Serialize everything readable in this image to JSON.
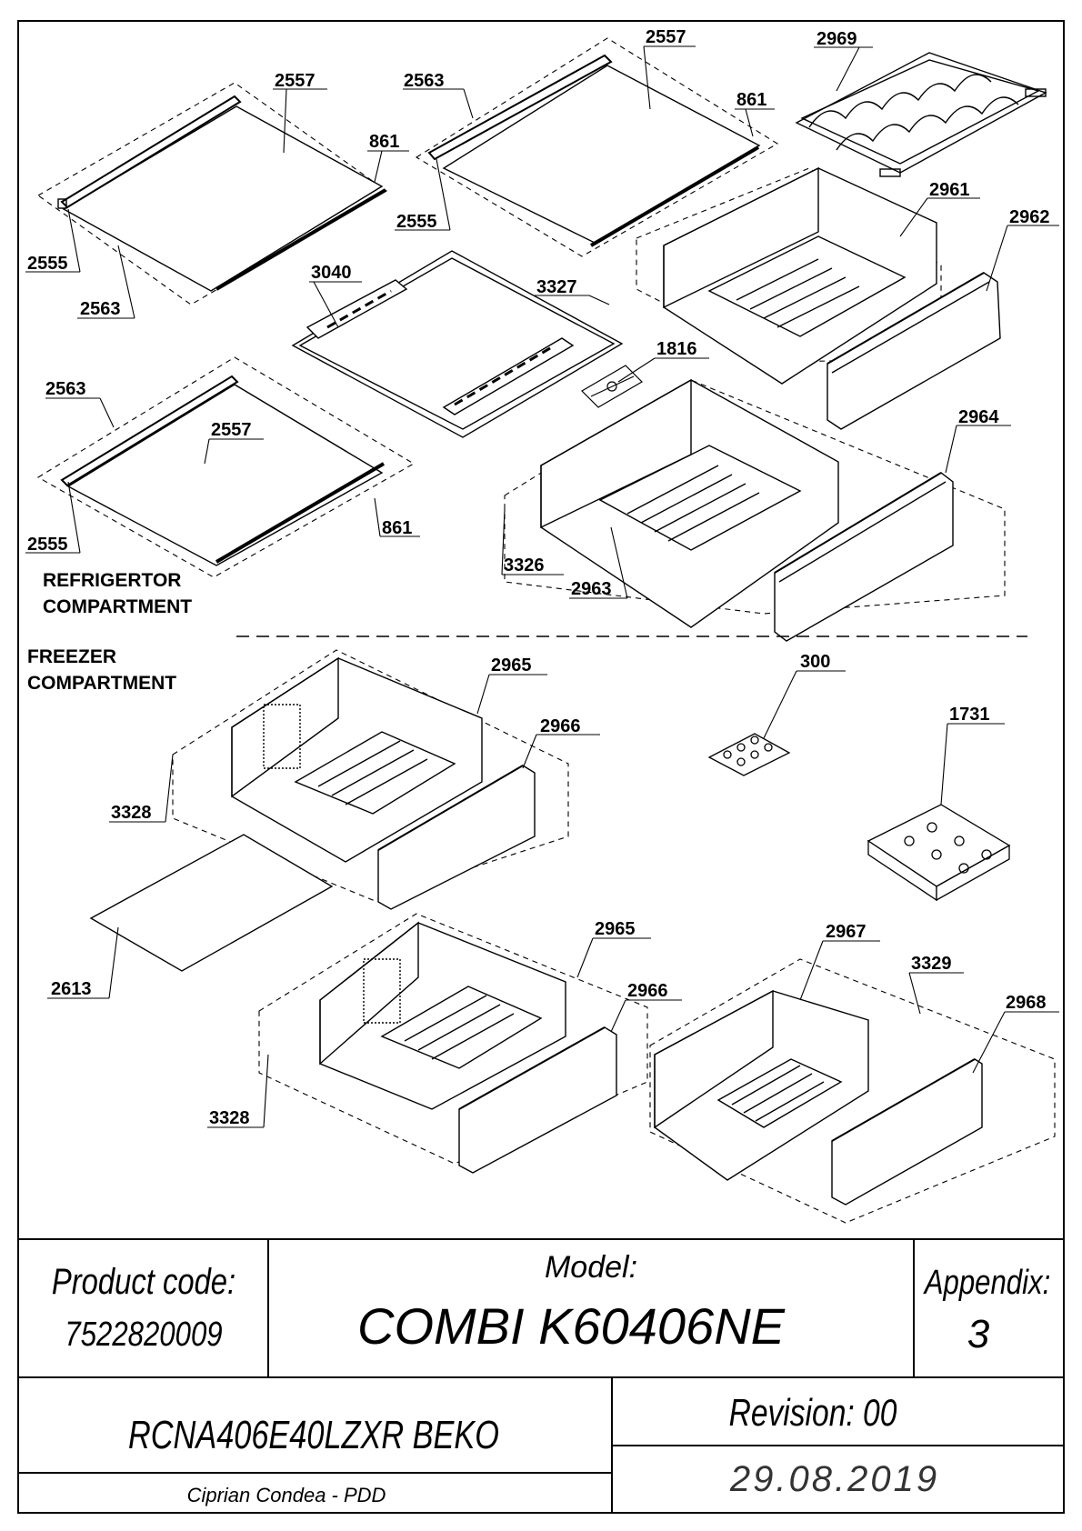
{
  "sections": {
    "refrigerator_line1": "REFRIGERTOR",
    "refrigerator_line2": "COMPARTMENT",
    "freezer_line1": "FREEZER",
    "freezer_line2": "COMPARTMENT"
  },
  "labels": [
    "2557",
    "861",
    "2563",
    "2555",
    "2563",
    "2563",
    "2557",
    "861",
    "2555",
    "2969",
    "2961",
    "2962",
    "3040",
    "3327",
    "1816",
    "2563",
    "2557",
    "861",
    "2555",
    "2964",
    "3326",
    "2963",
    "2965",
    "2966",
    "3328",
    "300",
    "1731",
    "2613",
    "2965",
    "2966",
    "3328",
    "2967",
    "3329",
    "2968"
  ],
  "title_block": {
    "product_code_label": "Product code:",
    "product_code_value": "7522820009",
    "model_label": "Model:",
    "model_value": "COMBI K60406NE",
    "appendix_label": "Appendix:",
    "appendix_value": "3",
    "name": "RCNA406E40LZXR BEKO",
    "revision": "Revision: 00",
    "author": "Ciprian Condea - PDD",
    "date": "29.08.2019"
  }
}
